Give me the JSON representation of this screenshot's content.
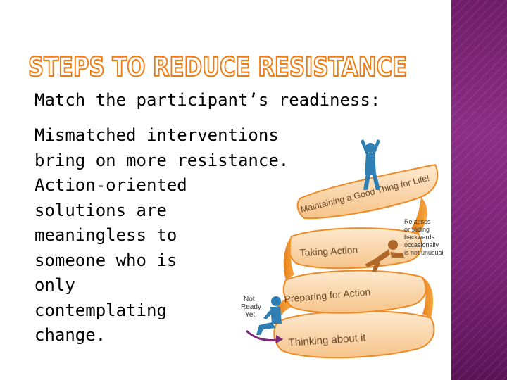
{
  "slide": {
    "title": "STEPS TO REDUCE RESISTANCE",
    "subtitle": "Match the participant’s readiness:",
    "body_lines": [
      "Mismatched interventions",
      "bring on more resistance.",
      "Action-oriented",
      "solutions are",
      "meaningless to",
      "someone who is",
      "only",
      "contemplating",
      "change."
    ]
  },
  "illustration": {
    "stages": [
      "Thinking about it",
      "Preparing for Action",
      "Taking Action",
      "Maintaining a Good Thing for Life!"
    ],
    "not_ready": [
      "Not",
      "Ready",
      "Yet"
    ],
    "relapse_note": [
      "Relapses",
      "or sliding",
      "backwards",
      "occasionally",
      "is not unusual"
    ]
  },
  "colors": {
    "title_outline": "#f07d14",
    "ribbon_orange": "#f29a2e",
    "ribbon_light": "#fbe3c4",
    "figure_blue": "#2f7fb5",
    "arrow": "#7a2a78",
    "side_panel": "#7b2377"
  }
}
